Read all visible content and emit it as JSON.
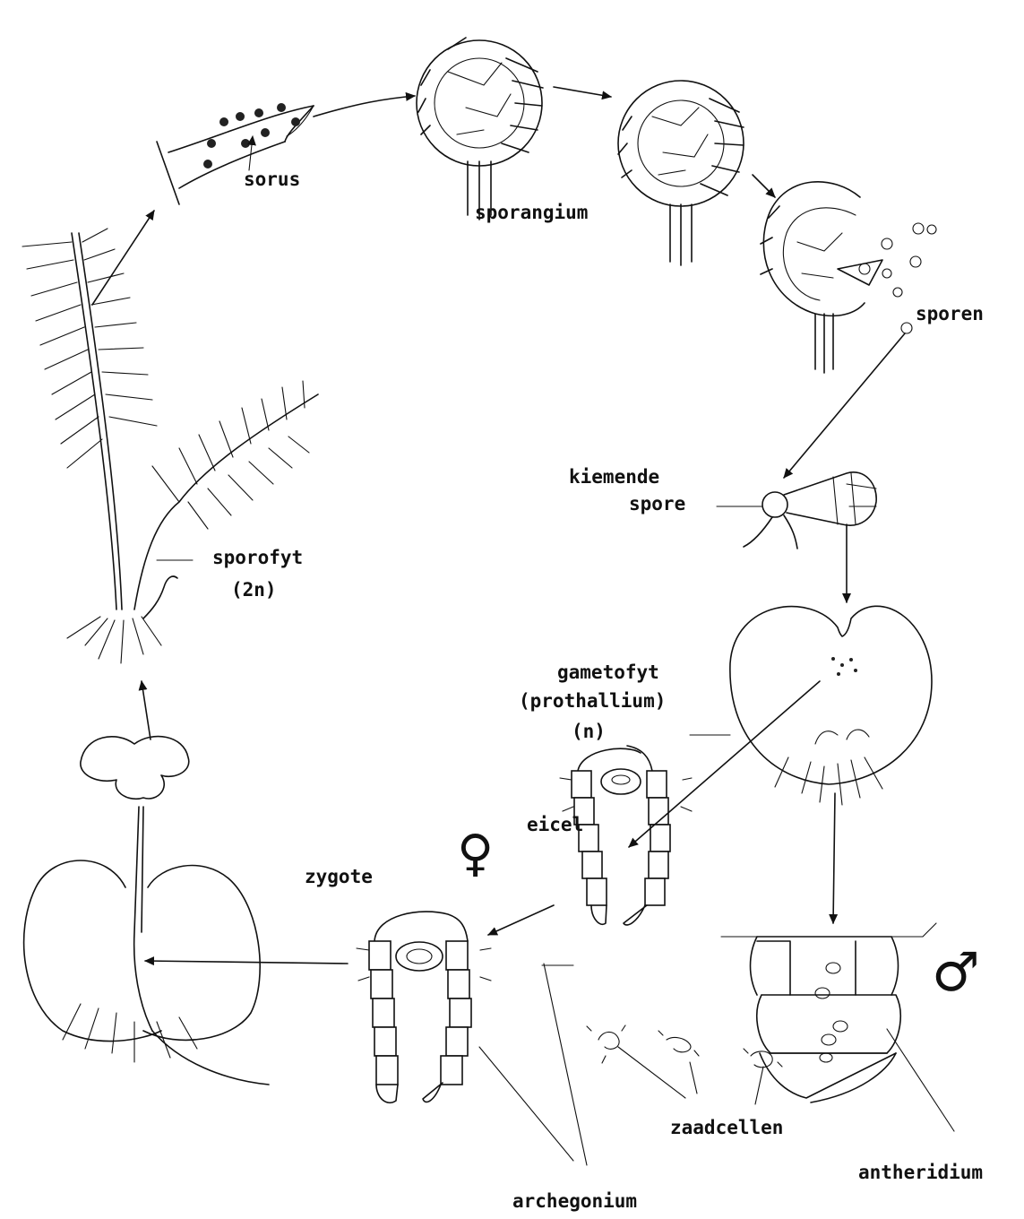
{
  "labels": {
    "sorus": "sorus",
    "sporangium": "sporangium",
    "sporen": "sporen",
    "kiemende_line1": "kiemende",
    "kiemende_line2": "spore",
    "gametofyt_line1": "gametofyt",
    "gametofyt_line2": "(prothallium)",
    "gametofyt_line3": "(n)",
    "sporofyt_line1": "sporofyt",
    "sporofyt_line2": "(2n)",
    "eicel": "eicel",
    "zygote": "zygote",
    "zaadcellen": "zaadcellen",
    "antheridium": "antheridium",
    "archegonium": "archegonium"
  },
  "symbols": {
    "female": "♀",
    "male": "♂"
  }
}
